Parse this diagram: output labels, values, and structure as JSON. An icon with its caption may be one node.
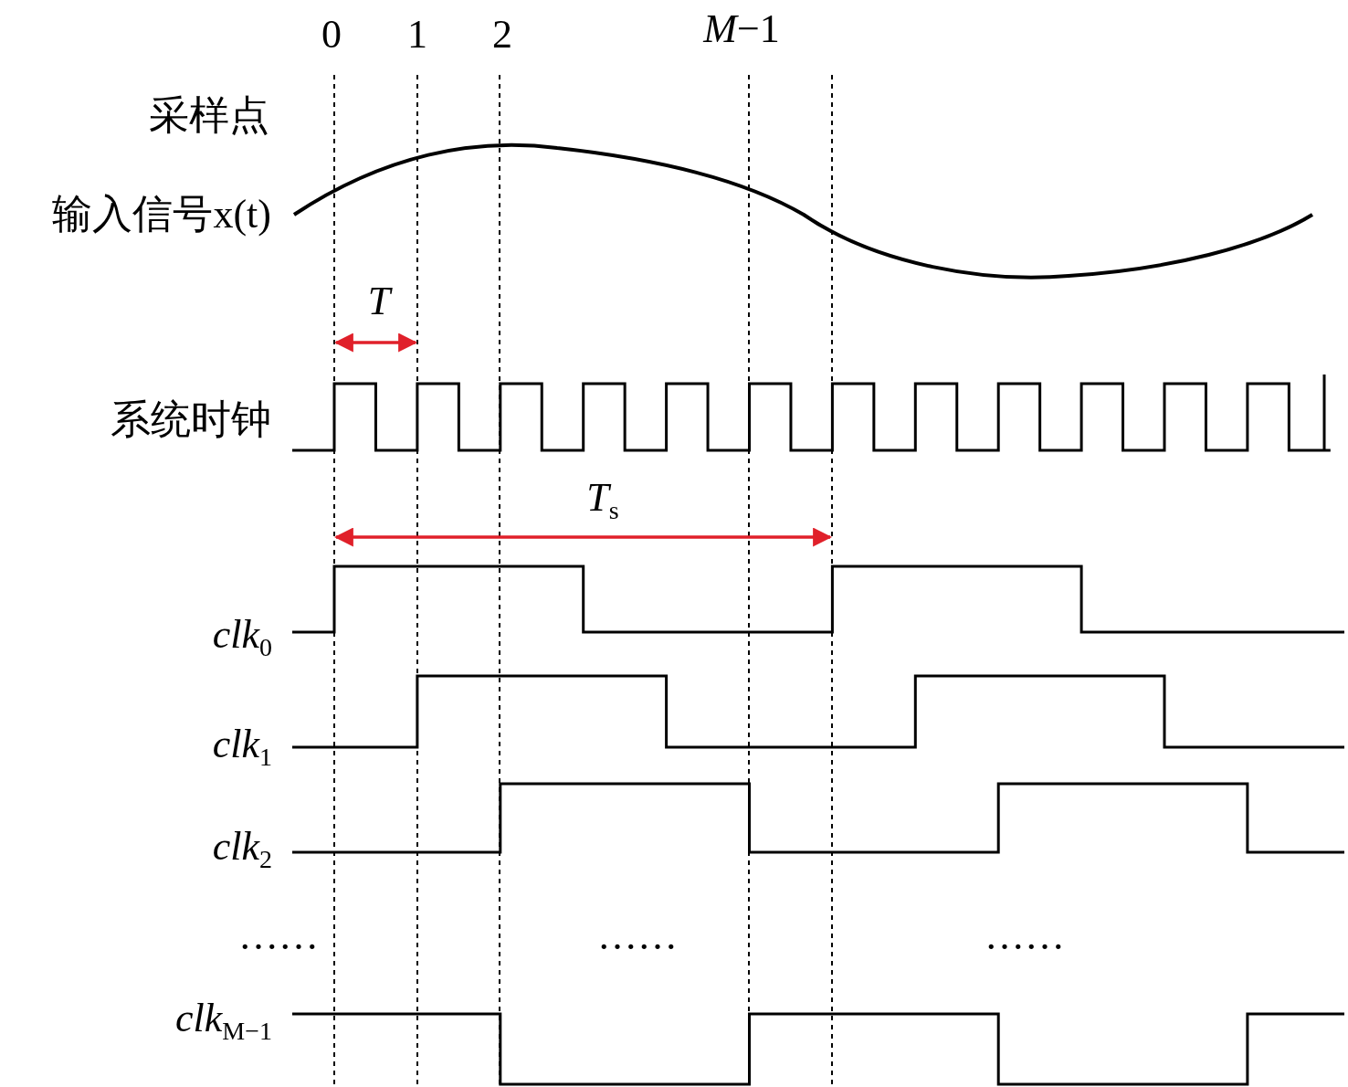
{
  "diagram": {
    "labels": [
      "0",
      "1",
      "2",
      "*M*−1",
      "采样点",
      "输入信号x(t)",
      "T",
      "系统时钟",
      "*T*$_{s}$",
      "*clk*$_{0}$",
      "*clk*$_{1}$",
      "*clk*$_{2}$",
      "……",
      "……",
      "……",
      "*clk*$_{M−1}$"
    ]
  }
}
